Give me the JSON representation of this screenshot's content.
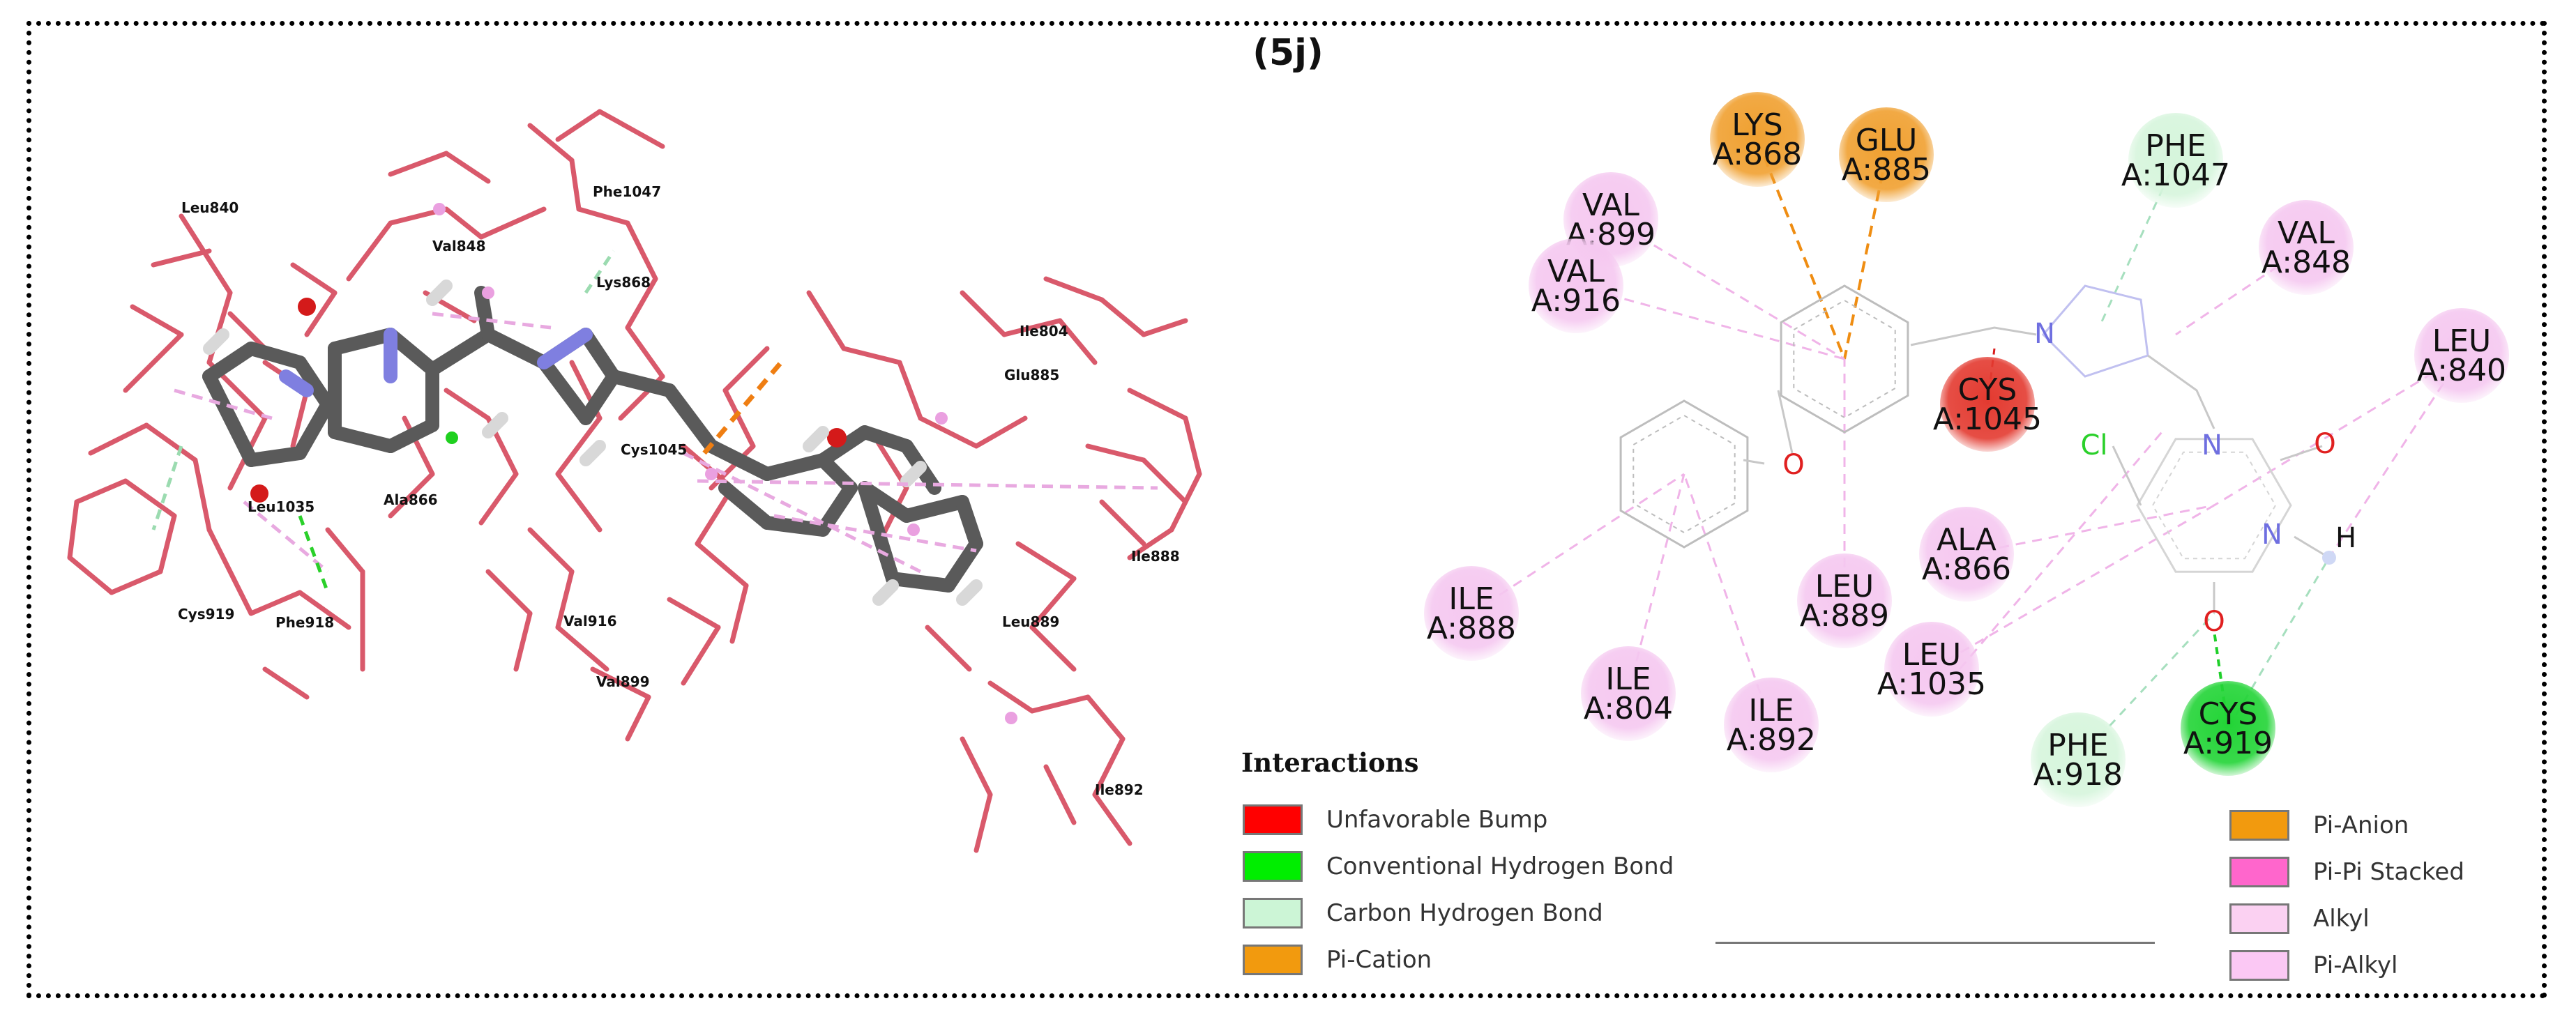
{
  "title": "(5j)",
  "left_panel": {
    "residue_labels": [
      {
        "id": "l1",
        "text": "Leu840"
      },
      {
        "id": "l2",
        "text": "Val848"
      },
      {
        "id": "l3",
        "text": "Phe1047"
      },
      {
        "id": "l4",
        "text": "Lys868"
      },
      {
        "id": "l5",
        "text": "Ile804"
      },
      {
        "id": "l6",
        "text": "Glu885"
      },
      {
        "id": "l7",
        "text": "Cys1045"
      },
      {
        "id": "l8",
        "text": "Leu1035"
      },
      {
        "id": "l9",
        "text": "Ala866"
      },
      {
        "id": "l10",
        "text": "Ile888"
      },
      {
        "id": "l11",
        "text": "Cys919"
      },
      {
        "id": "l12",
        "text": "Phe918"
      },
      {
        "id": "l13",
        "text": "Val916"
      },
      {
        "id": "l14",
        "text": "Leu889"
      },
      {
        "id": "l15",
        "text": "Val899"
      },
      {
        "id": "l16",
        "text": "Ile892"
      }
    ]
  },
  "residues": [
    {
      "id": "lys868",
      "name": "LYS",
      "num": "A:868",
      "type": "pi-cation",
      "color": "#f0a030"
    },
    {
      "id": "glu885",
      "name": "GLU",
      "num": "A:885",
      "type": "pi-anion",
      "color": "#f0a030"
    },
    {
      "id": "phe1047",
      "name": "PHE",
      "num": "A:1047",
      "type": "carbon-hbond",
      "color": "#d6f5dc"
    },
    {
      "id": "val899",
      "name": "VAL",
      "num": "A:899",
      "type": "alkyl",
      "color": "#f5c8f0"
    },
    {
      "id": "val848",
      "name": "VAL",
      "num": "A:848",
      "type": "alkyl",
      "color": "#f5c8f0"
    },
    {
      "id": "val916",
      "name": "VAL",
      "num": "A:916",
      "type": "alkyl",
      "color": "#f5c8f0"
    },
    {
      "id": "leu840",
      "name": "LEU",
      "num": "A:840",
      "type": "alkyl",
      "color": "#f5c8f0"
    },
    {
      "id": "cys1045",
      "name": "CYS",
      "num": "A:1045",
      "type": "unfavorable-bump",
      "color": "#e33a30"
    },
    {
      "id": "ala866",
      "name": "ALA",
      "num": "A:866",
      "type": "alkyl",
      "color": "#f5c8f0"
    },
    {
      "id": "ile888",
      "name": "ILE",
      "num": "A:888",
      "type": "alkyl",
      "color": "#f5c8f0"
    },
    {
      "id": "leu889",
      "name": "LEU",
      "num": "A:889",
      "type": "alkyl",
      "color": "#f5c8f0"
    },
    {
      "id": "ile804",
      "name": "ILE",
      "num": "A:804",
      "type": "alkyl",
      "color": "#f5c8f0"
    },
    {
      "id": "ile892",
      "name": "ILE",
      "num": "A:892",
      "type": "alkyl",
      "color": "#f5c8f0"
    },
    {
      "id": "leu1035",
      "name": "LEU",
      "num": "A:1035",
      "type": "alkyl",
      "color": "#f5c8f0"
    },
    {
      "id": "phe918",
      "name": "PHE",
      "num": "A:918",
      "type": "carbon-hbond",
      "color": "#d6f5dc"
    },
    {
      "id": "cys919",
      "name": "CYS",
      "num": "A:919",
      "type": "conventional-hbond",
      "color": "#22d436"
    }
  ],
  "atoms": {
    "cl": "Cl",
    "o1": "O",
    "o2": "O",
    "o3": "O",
    "n1": "N",
    "n2": "N",
    "h": "H",
    "ns": "N"
  },
  "legend": {
    "title": "Interactions",
    "items_left": [
      {
        "label": "Unfavorable Bump",
        "color": "#ff0000"
      },
      {
        "label": "Conventional Hydrogen Bond",
        "color": "#00ee00"
      },
      {
        "label": "Carbon Hydrogen Bond",
        "color": "#ccf5d6"
      },
      {
        "label": "Pi-Cation",
        "color": "#f29a0e"
      }
    ],
    "items_right": [
      {
        "label": "Pi-Anion",
        "color": "#f29a0e"
      },
      {
        "label": "Pi-Pi Stacked",
        "color": "#ff66cc"
      },
      {
        "label": "Alkyl",
        "color": "#fbd1f2"
      },
      {
        "label": "Pi-Alkyl",
        "color": "#fbc8f4"
      }
    ]
  }
}
